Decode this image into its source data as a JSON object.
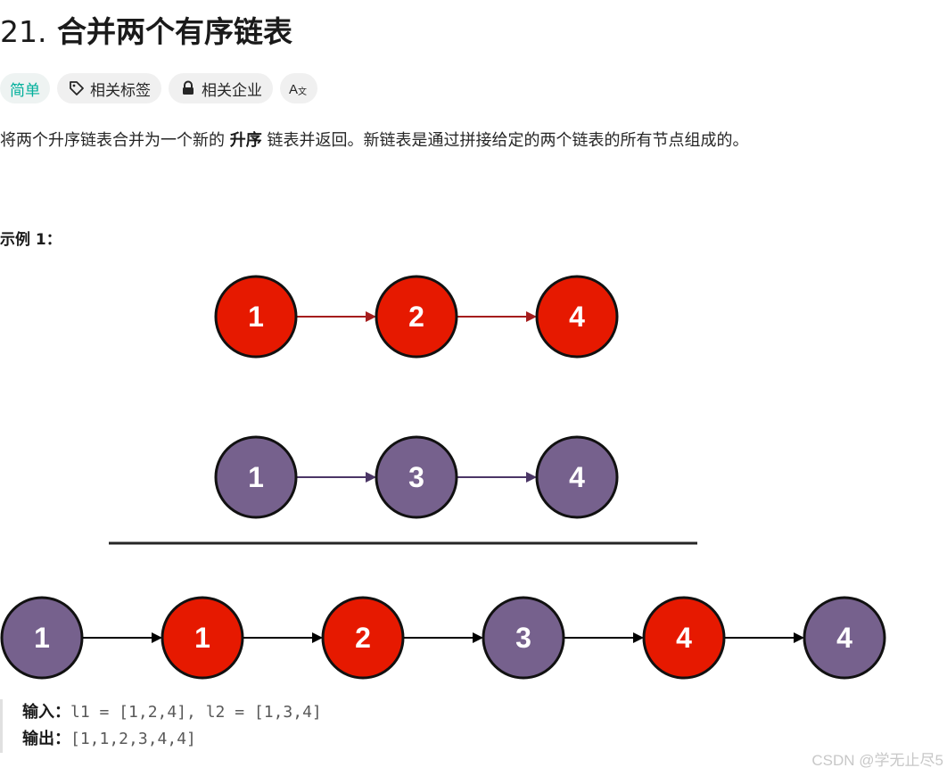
{
  "problem": {
    "number": "21.",
    "title": "合并两个有序链表"
  },
  "tags": {
    "difficulty": "简单",
    "related_tags": {
      "label": "相关标签",
      "icon": "tag-icon"
    },
    "related_companies": {
      "label": "相关企业",
      "icon": "lock-icon"
    },
    "translate": {
      "label": "A文",
      "icon": "translate-icon"
    }
  },
  "description": {
    "before": "将两个升序链表合并为一个新的",
    "bold": "升序",
    "after": "链表并返回。新链表是通过拼接给定的两个链表的所有节点组成的。"
  },
  "example": {
    "title": "示例 1：",
    "input_label": "输入：",
    "input_value": "l1 = [1,2,4], l2 = [1,3,4]",
    "output_label": "输出：",
    "output_value": "[1,1,2,3,4,4]"
  },
  "diagram": {
    "colors": {
      "red": "#e61900",
      "purple": "#76618d",
      "red_arrow": "#a51d1d",
      "purple_arrow": "#4b3666",
      "black": "#000000"
    },
    "list1": [
      {
        "value": "1",
        "color": "red"
      },
      {
        "value": "2",
        "color": "red"
      },
      {
        "value": "4",
        "color": "red"
      }
    ],
    "list2": [
      {
        "value": "1",
        "color": "purple"
      },
      {
        "value": "3",
        "color": "purple"
      },
      {
        "value": "4",
        "color": "purple"
      }
    ],
    "merged": [
      {
        "value": "1",
        "color": "purple"
      },
      {
        "value": "1",
        "color": "red"
      },
      {
        "value": "2",
        "color": "red"
      },
      {
        "value": "3",
        "color": "purple"
      },
      {
        "value": "4",
        "color": "red"
      },
      {
        "value": "4",
        "color": "purple"
      }
    ]
  },
  "watermark": "CSDN @学无止尽5"
}
